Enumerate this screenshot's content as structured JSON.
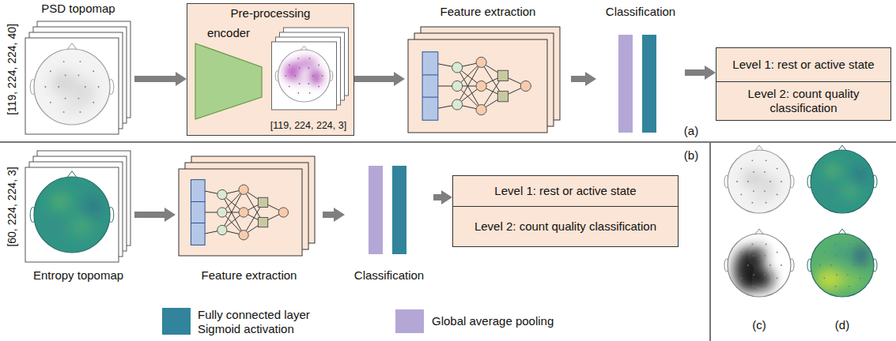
{
  "diagram": {
    "nodes": [
      {
        "text": [
          "PSD topomap"
        ]
      },
      {
        "text": [
          "Pre-processing"
        ]
      },
      {
        "text": [
          "encoder"
        ],
        "in": 1
      },
      {
        "text": [
          "[119, 224, 224, 3]"
        ],
        "in": 1
      },
      {
        "text": [
          "Feature extraction"
        ]
      },
      {
        "text": [
          "Classification"
        ]
      },
      {
        "text": [
          "Level 1: rest or active state"
        ]
      },
      {
        "text": [
          "Level 2: count quality classification"
        ]
      },
      {
        "text": [
          "Entropy topomap"
        ]
      },
      {
        "text": [
          "Feature extraction"
        ]
      },
      {
        "text": [
          "Classification"
        ]
      },
      {
        "text": [
          "Level 1: rest or active state"
        ]
      },
      {
        "text": [
          "Level 2: count quality classification"
        ]
      }
    ],
    "edges": [
      {
        "from": 0,
        "to": 1,
        "arrow": "to"
      },
      {
        "from": 1,
        "to": 4,
        "arrow": "to"
      },
      {
        "from": 4,
        "to": 5,
        "arrow": "to"
      },
      {
        "from": 5,
        "to": 6,
        "arrow": "to"
      },
      {
        "from": 8,
        "to": 9,
        "arrow": "to"
      },
      {
        "from": 9,
        "to": 10,
        "arrow": "to"
      },
      {
        "from": 10,
        "to": 11,
        "arrow": "to"
      }
    ],
    "labels": [
      "[119, 224, 224, 40]",
      "(a)",
      "[60, 224, 224, 3]",
      "(b)",
      "(c)",
      "(d)"
    ],
    "legend": [
      {
        "text": "Fully connected layer Sigmoid activation",
        "color": "#31849b"
      },
      {
        "text": "Global average pooling",
        "color": "#b4a7d6"
      }
    ]
  }
}
